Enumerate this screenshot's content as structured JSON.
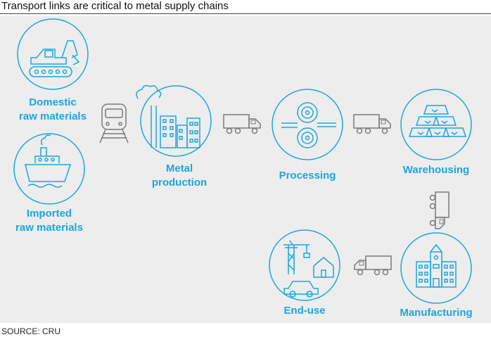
{
  "title": "Transport links are critical to metal supply chains",
  "source": "SOURCE: CRU",
  "colors": {
    "accent": "#1ca6e0",
    "transport": "#7a7a7a",
    "panel": "#ededed"
  },
  "nodes": {
    "domestic": "Domestic\nraw materials",
    "imported": "Imported\nraw materials",
    "metal": "Metal\nproduction",
    "processing": "Processing",
    "warehousing": "Warehousing",
    "enduse": "End-use",
    "manufacturing": "Manufacturing"
  },
  "icons": {
    "domestic": "excavator-icon",
    "imported": "ship-icon",
    "metal": "factory-icon",
    "processing": "rolling-mill-icon",
    "warehousing": "metal-ingots-icon",
    "enduse": "crane-house-car-icon",
    "manufacturing": "building-icon",
    "transport": [
      "train-icon",
      "truck-icon"
    ]
  }
}
